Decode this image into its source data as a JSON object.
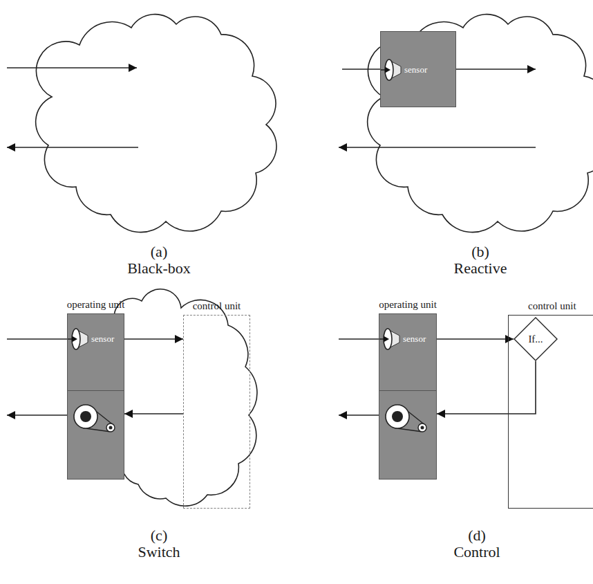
{
  "diagram": {
    "nodes": [
      {
        "text": [
          "sensor"
        ]
      },
      {
        "text": [
          "operating unit"
        ]
      },
      {
        "text": [
          "sensor"
        ],
        "in": 1
      },
      {
        "text": [
          "control unit"
        ]
      },
      {
        "text": [
          "operating unit"
        ]
      },
      {
        "text": [
          "sensor"
        ],
        "in": 4
      },
      {
        "text": [
          "control unit"
        ]
      },
      {
        "text": [
          "If..."
        ],
        "in": 6
      }
    ],
    "edges": [
      {
        "from": 2,
        "to": 3,
        "arrow": "to"
      },
      {
        "from": 3,
        "to": 1,
        "arrow": "to"
      },
      {
        "from": 5,
        "to": 7,
        "arrow": "to"
      },
      {
        "from": 7,
        "to": 4,
        "arrow": "to"
      }
    ],
    "labels": [
      "(a)",
      "Black-box",
      "(b)",
      "Reactive",
      "(c)",
      "Switch",
      "(d)",
      "Control"
    ]
  }
}
